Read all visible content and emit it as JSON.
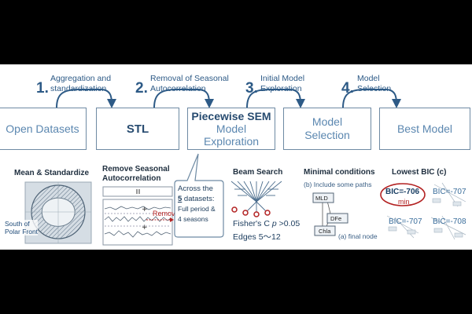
{
  "steps": [
    {
      "num": "1.",
      "label_line1": "Aggregation and",
      "label_line2": "standardization"
    },
    {
      "num": "2.",
      "label_line1": "Removal of Seasonal",
      "label_line2": "Autocorrelation"
    },
    {
      "num": "3.",
      "label_line1": "Initial Model",
      "label_line2": "Exploration"
    },
    {
      "num": "4.",
      "label_line1": "Model",
      "label_line2": "Selection"
    }
  ],
  "boxes": {
    "open_datasets": "Open Datasets",
    "stl": "STL",
    "sem_title": "Piecewise SEM",
    "sem_line2": "Model",
    "sem_line3": "Exploration",
    "model_sel_line1": "Model",
    "model_sel_line2": "Selection",
    "best_model": "Best Model"
  },
  "panels": {
    "mean": {
      "heading": "Mean & Standardize",
      "map_label_line1": "South of",
      "map_label_line2": "Polar Front"
    },
    "seasonal": {
      "heading_line1": "Remove Seasonal",
      "heading_line2": "Autocorrelation",
      "remove_label": "Remove"
    },
    "datasets_callout": {
      "line1": "Across the",
      "count": "5",
      "line2_rest": " datasets:",
      "line3": "Full period &",
      "line4": "4 seasons"
    },
    "beam": {
      "heading": "Beam Search",
      "criterion_prefix": "Fisher's C  ",
      "criterion_p": "p",
      "criterion_suffix": " >0.05",
      "edges": "Edges 5〜12"
    },
    "minimal": {
      "heading": "Minimal conditions",
      "note_b": "(b) Include some paths",
      "node_mld": "MLD",
      "node_dfe": "DFe",
      "node_chla": "Chla",
      "note_a": "(a) final node"
    },
    "lowest_bic": {
      "heading": "Lowest BIC (c)",
      "bic1": "BIC=-706",
      "min_label": "min",
      "bic2": "BIC=-707",
      "bic3": "BIC=-707",
      "bic4": "BIC=-708"
    }
  },
  "colors": {
    "accent_blue": "#2d5a86",
    "box_border": "#6e8aa3",
    "highlight_red": "#b32222"
  }
}
